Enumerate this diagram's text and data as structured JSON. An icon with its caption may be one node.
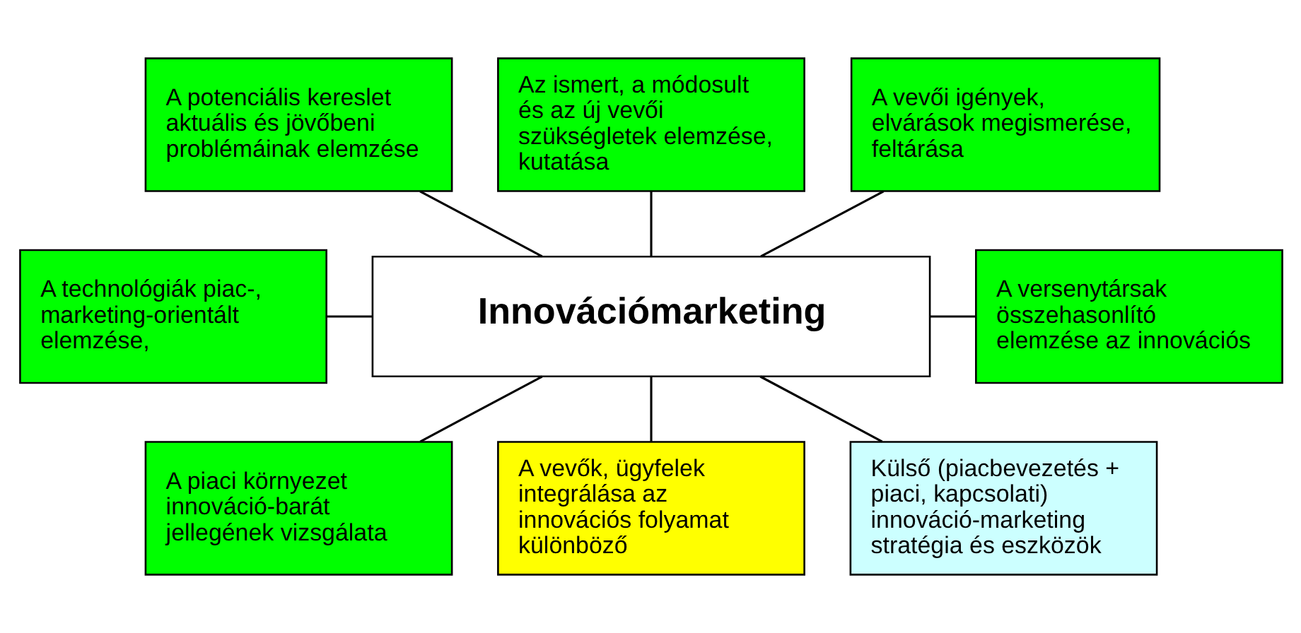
{
  "diagram": {
    "nodes": [
      {
        "text": [
          "A potenciális kereslet aktuális és jövőbeni problémáinak elemzése"
        ]
      },
      {
        "text": [
          "Az ismert, a módosult és az új vevői szükségletek elemzése, kutatása"
        ]
      },
      {
        "text": [
          "A vevői igények, elvárások megismerése, feltárása"
        ]
      },
      {
        "text": [
          "A technológiák piac-, marketing-orientált elemzése,"
        ]
      },
      {
        "text": [
          "Innovációmarketing"
        ]
      },
      {
        "text": [
          "A versenytársak összehasonlító elemzése az innovációs"
        ]
      },
      {
        "text": [
          "A piaci környezet innováció-barát jellegének vizsgálata"
        ]
      },
      {
        "text": [
          "A vevők, ügyfelek integrálása az innovációs folyamat különböző"
        ]
      },
      {
        "text": [
          "Külső (piacbevezetés + piaci, kapcsolati) innováció-marketing stratégia és eszközök"
        ]
      }
    ],
    "edges": [
      {
        "from": 4,
        "to": 0,
        "arrow": "none"
      },
      {
        "from": 4,
        "to": 1,
        "arrow": "none"
      },
      {
        "from": 4,
        "to": 2,
        "arrow": "none"
      },
      {
        "from": 4,
        "to": 3,
        "arrow": "none"
      },
      {
        "from": 4,
        "to": 5,
        "arrow": "none"
      },
      {
        "from": 4,
        "to": 6,
        "arrow": "none"
      },
      {
        "from": 4,
        "to": 7,
        "arrow": "none"
      },
      {
        "from": 4,
        "to": 8,
        "arrow": "none"
      }
    ]
  }
}
